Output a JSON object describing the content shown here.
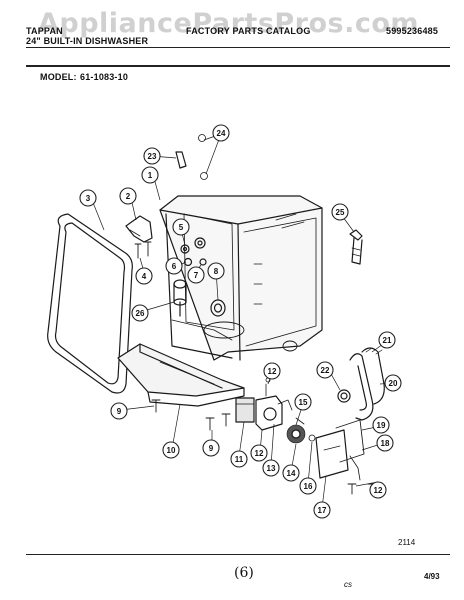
{
  "header": {
    "brand": "TAPPAN",
    "product": "24\" BUILT-IN DISHWASHER",
    "catalog_title": "FACTORY PARTS CATALOG",
    "catalog_number": "5995236485",
    "watermark": "AppliancePartsPros.com"
  },
  "model": {
    "label": "MODEL:",
    "number": "61-1083-10"
  },
  "callouts": [
    "1",
    "2",
    "3",
    "4",
    "5",
    "6",
    "7",
    "8",
    "9",
    "10",
    "11",
    "12",
    "13",
    "14",
    "15",
    "16",
    "17",
    "18",
    "19",
    "20",
    "21",
    "22",
    "23",
    "24",
    "25",
    "26"
  ],
  "footer": {
    "diagram_code": "2114",
    "date": "4/93",
    "handwritten_mark": "(6)",
    "initials": "cs"
  }
}
